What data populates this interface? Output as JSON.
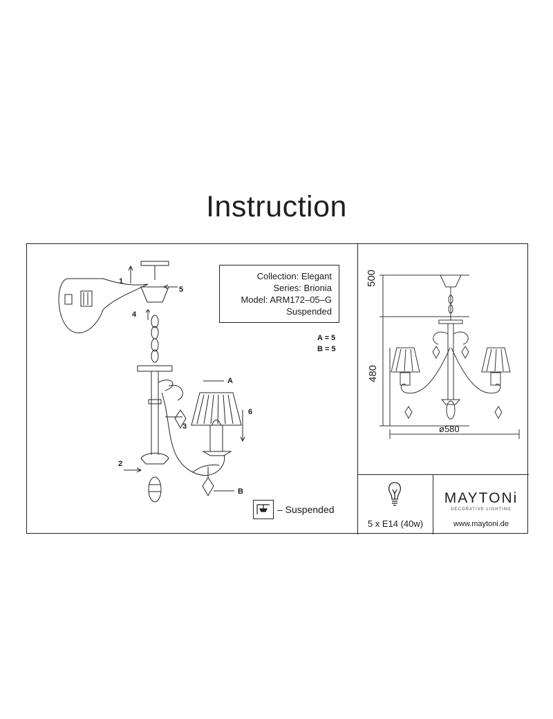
{
  "title": "Instruction",
  "info": {
    "collection": "Collection: Elegant",
    "series": "Series: Brionia",
    "model": "Model: ARM172–05–G",
    "type": "Suspended"
  },
  "counts": {
    "a": "A = 5",
    "b": "B = 5"
  },
  "step_labels": [
    "1",
    "2",
    "3",
    "4",
    "5",
    "6"
  ],
  "part_labels": {
    "a": "A",
    "b": "B"
  },
  "suspended_label": "– Suspended",
  "dimensions": {
    "height_top": "500",
    "height_body": "480",
    "diameter": "ø580"
  },
  "bulb": "5 x E14 (40w)",
  "brand": {
    "name": "MAYTONi",
    "tagline": "DECORATIVE LIGHTING",
    "website": "www.maytoni.de"
  },
  "icons": [
    "lightbulb-icon",
    "ceiling-mount-icon"
  ]
}
